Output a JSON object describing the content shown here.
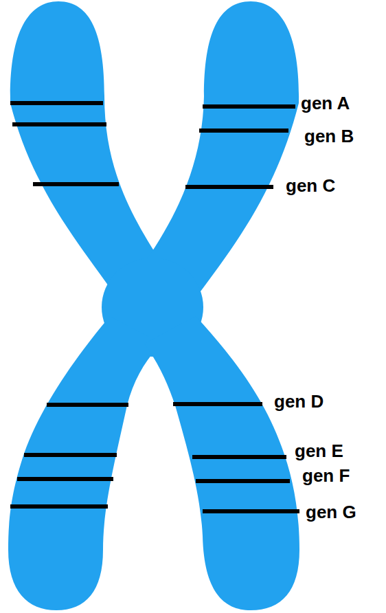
{
  "diagram": {
    "labels": [
      "gen A",
      "gen B",
      "gen C",
      "gen D",
      "gen E",
      "gen F",
      "gen G"
    ]
  }
}
